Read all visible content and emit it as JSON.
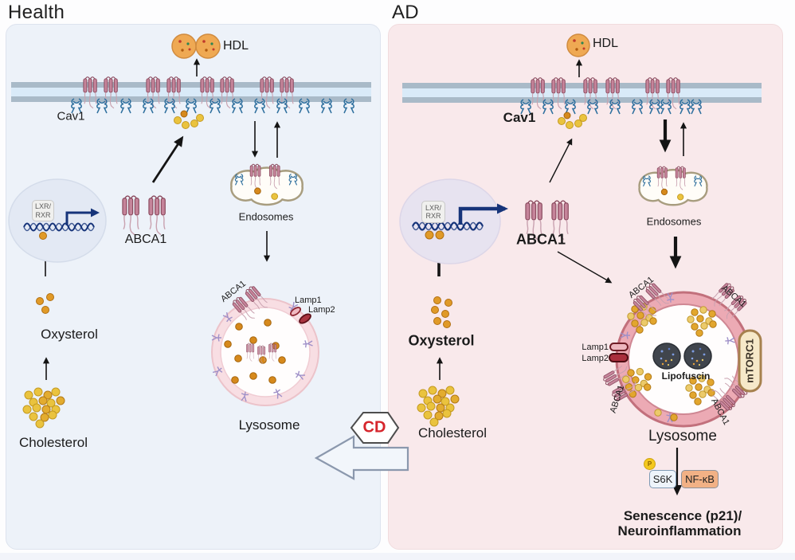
{
  "titles": {
    "left": "Health",
    "right": "AD"
  },
  "health": {
    "hdl": "HDL",
    "cav1": "Cav1",
    "lxr_line1": "LXR/",
    "lxr_line2": "RXR",
    "abca1": "ABCA1",
    "endosomes": "Endosomes",
    "oxysterol": "Oxysterol",
    "cholesterol": "Cholesterol",
    "lysosome": "Lysosome",
    "lysosome_abca1": "ABCA1",
    "lamp1": "Lamp1",
    "lamp2": "Lamp2"
  },
  "ad": {
    "hdl": "HDL",
    "cav1": "Cav1",
    "lxr_line1": "LXR/",
    "lxr_line2": "RXR",
    "abca1": "ABCA1",
    "endosomes": "Endosomes",
    "oxysterol": "Oxysterol",
    "cholesterol": "Cholesterol",
    "lysosome": "Lysosome",
    "lysosome_abca1_top_left": "ABCA1",
    "lysosome_abca1_top_right": "ABCA1",
    "lysosome_abca1_bottom_left": "ABCA1",
    "lysosome_abca1_bottom_right": "ABCA1",
    "lamp1": "Lamp1",
    "lamp2": "Lamp2",
    "lipofuscin": "Lipofuscin",
    "mtorc1": "mTORC1",
    "s6k": "S6K",
    "phospho": "P",
    "nfkb": "NF-κB",
    "outcome_line1": "Senescence (p21)/",
    "outcome_line2": "Neuroinflammation"
  },
  "cd_badge": {
    "label": "CD"
  },
  "colors": {
    "health_panel_bg": "#edf2f9",
    "ad_panel_bg": "#f9e9eb",
    "membrane_bar": "#a9bac8",
    "membrane_core": "#d9eaf8",
    "protein_pink": "#c5849a",
    "protein_outline": "#8a4a5e",
    "cav1_blue": "#2e6f9e",
    "hdl_orange": "#efa953",
    "cholesterol_yellow": "#eac33e",
    "oxysterol_orange": "#e09a28",
    "dna_navy": "#16347a",
    "lysosome_ring_health": "#f8dee3",
    "lysosome_ring_ad": "#ecaab4",
    "lamp_dark_red": "#a93440",
    "mtorc1_fill": "#f6e9c9",
    "lipofuscin_dark": "#40454d",
    "s6k_fill": "#eef4fb",
    "nfkb_fill": "#f2b185",
    "phospho_yellow": "#f4c81e",
    "cd_red": "#d6252c"
  },
  "icons": {
    "hdl_particle": "orange-speckled-circle",
    "cholesterol_dot": "yellow-circle",
    "oxysterol_dot": "orange-circle",
    "membrane": "double-gray-bar",
    "cav1_protein": "blue-squiggle",
    "abca1_transporter": "pink-transmembrane-cluster",
    "endosome": "peanut-vesicle",
    "lysosome": "pink-ring-circle",
    "nucleus": "pale-ellipse",
    "dna": "navy-helix",
    "lipofuscin_granule": "dark-speckled-blob",
    "lamp_marker": "red-oval",
    "cd_badge": "hexagon",
    "efflux_arrow": "left-block-arrow"
  }
}
